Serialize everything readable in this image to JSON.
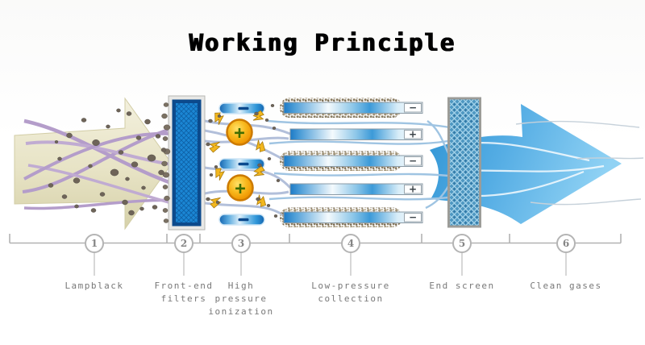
{
  "title": "Working Principle",
  "stages": [
    {
      "number": "1",
      "lines": [
        "Lampblack",
        "",
        ""
      ]
    },
    {
      "number": "2",
      "lines": [
        "Front-end",
        "filters",
        ""
      ]
    },
    {
      "number": "3",
      "lines": [
        "High",
        "pressure",
        "ionization"
      ]
    },
    {
      "number": "4",
      "lines": [
        "Low-pressure",
        "collection",
        ""
      ]
    },
    {
      "number": "5",
      "lines": [
        "End screen",
        "",
        ""
      ]
    },
    {
      "number": "6",
      "lines": [
        "Clean gases",
        "",
        ""
      ]
    }
  ],
  "ionizer": {
    "balls": [
      {
        "sign": "+"
      },
      {
        "sign": "+"
      }
    ]
  },
  "collector": {
    "plates": [
      {
        "sign": "−"
      },
      {
        "sign": "+"
      },
      {
        "sign": "−"
      },
      {
        "sign": "+"
      },
      {
        "sign": "−"
      }
    ]
  },
  "palette": {
    "filter_blue": "#1b86d4",
    "screen_blue": "#4f98c2",
    "clean_arrow_blue": "#55ade4",
    "smoke_arrow_beige": "#e9e5cb",
    "smoke_line_purple": "#b49dca",
    "particle_gray": "#6e6458",
    "ion_ball_orange": "#f5a400",
    "bolt_gold": "#f0b400",
    "axis_gray": "#b2b2b2",
    "label_gray": "#787878"
  }
}
